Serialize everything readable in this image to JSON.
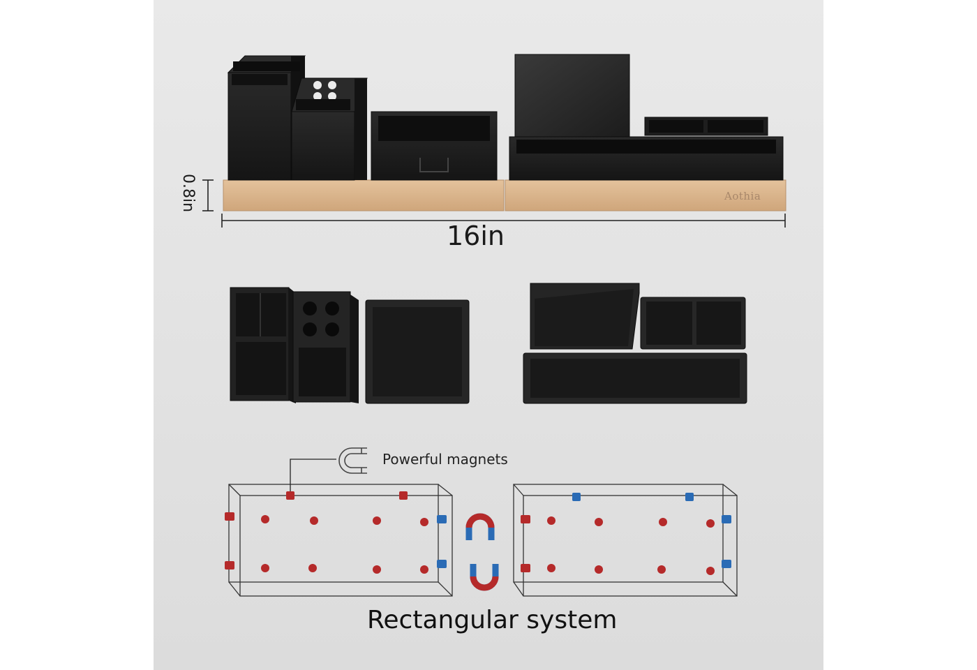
{
  "dimensions": {
    "width": "16in",
    "height": "0.8in"
  },
  "brand": "Aothia",
  "callout": "Powerful magnets",
  "title": "Rectangular system",
  "colors": {
    "background": "#e4e4e4",
    "organizer": "#1e1e1e",
    "wood": "#dcb78f",
    "magnet_red": "#b52a2a",
    "magnet_blue": "#2a6bb5"
  },
  "icons": [
    "horseshoe-magnet-icon",
    "magnet-red-icon",
    "magnet-blue-icon"
  ]
}
